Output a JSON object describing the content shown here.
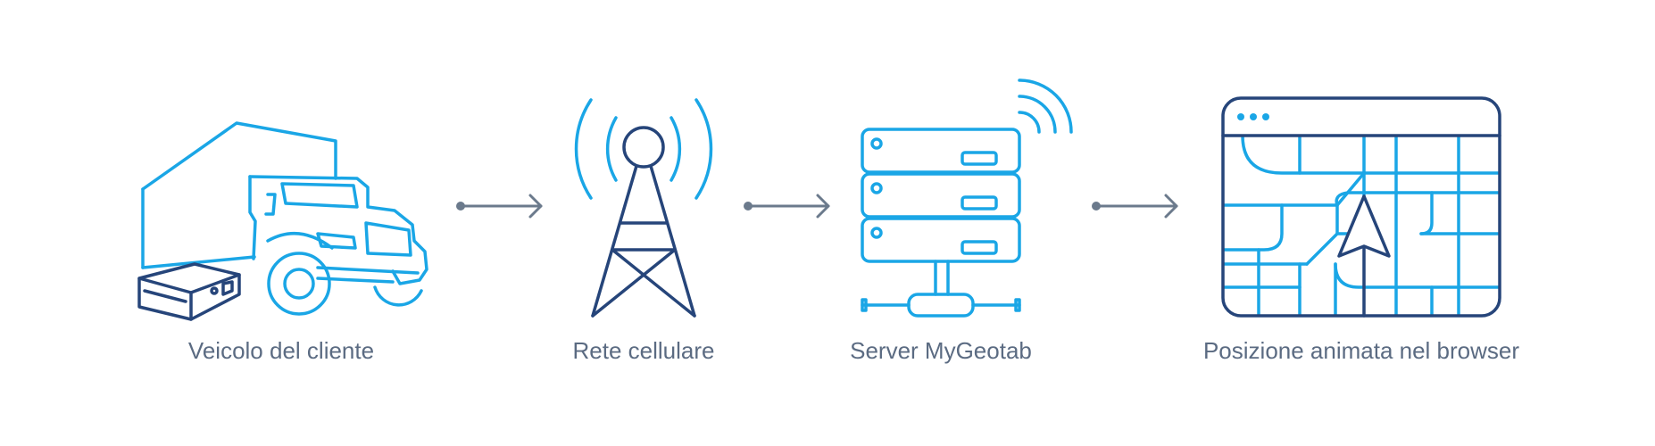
{
  "colors": {
    "accent": "#1aa6e6",
    "dark": "#26457a",
    "arrow": "#6b7a8c",
    "label": "#5b6b82"
  },
  "steps": [
    {
      "label": "Veicolo del cliente",
      "icon": "truck-with-device-icon"
    },
    {
      "label": "Rete cellulare",
      "icon": "cell-tower-icon"
    },
    {
      "label": "Server MyGeotab",
      "icon": "server-wireless-icon"
    },
    {
      "label": "Posizione animata nel browser",
      "icon": "browser-map-icon"
    }
  ]
}
